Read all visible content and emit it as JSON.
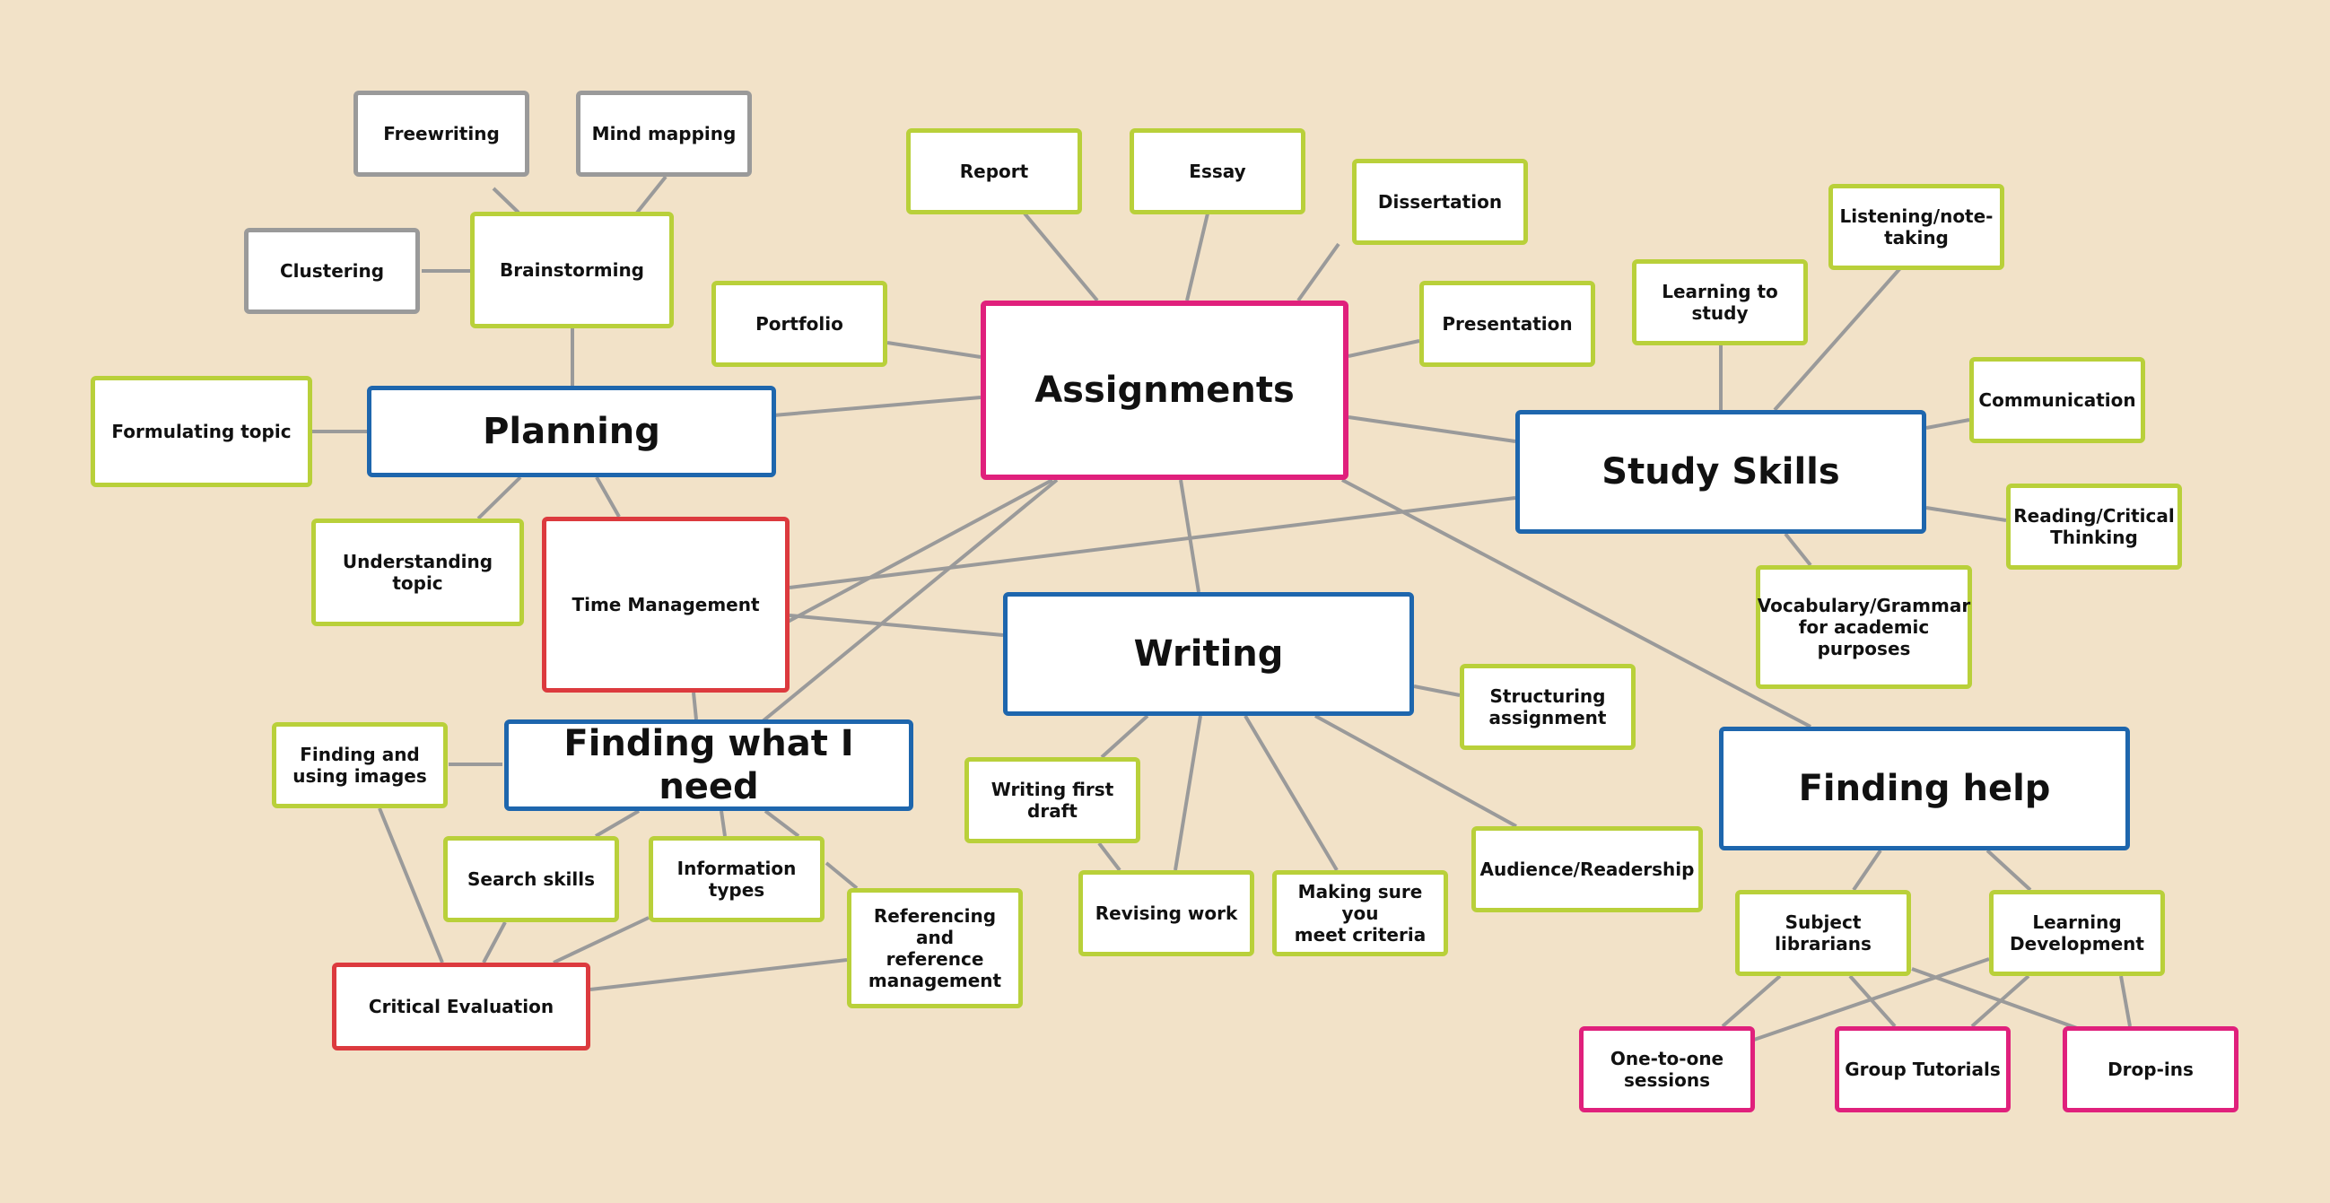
{
  "diagram": {
    "line_color": "#9a9a9a",
    "colors": {
      "background": "#f2e2c8",
      "blue": "#1e66ad",
      "green": "#b9d03a",
      "grey": "#9a9a9a",
      "red": "#dc3a3e",
      "pink": "#e0207c"
    },
    "nodes": {
      "assignments": "Assignments",
      "planning": "Planning",
      "study_skills": "Study Skills",
      "writing": "Writing",
      "finding_what_i_need": "Finding what I need",
      "finding_help": "Finding help",
      "time_management": "Time Management",
      "critical_evaluation": "Critical Evaluation",
      "report": "Report",
      "essay": "Essay",
      "dissertation": "Dissertation",
      "portfolio": "Portfolio",
      "presentation": "Presentation",
      "freewriting": "Freewriting",
      "mind_mapping": "Mind mapping",
      "clustering": "Clustering",
      "brainstorming": "Brainstorming",
      "formulating_topic": "Formulating  topic",
      "understanding_topic": "Understanding  topic",
      "listening": "Listening/note-taking",
      "learning_to_study": "Learning to study",
      "communication": "Communication",
      "reading_critical": "Reading/Critical\nThinking",
      "vocabulary": "Vocabulary/Grammar\nfor academic\npurposes",
      "structuring": "Structuring\nassignment",
      "writing_first_draft": "Writing first draft",
      "revising_work": "Revising work",
      "making_sure": "Making sure you\nmeet criteria",
      "audience": "Audience/Readership",
      "finding_images": "Finding and\nusing images",
      "search_skills": "Search skills",
      "information_types": "Information\ntypes",
      "referencing": "Referencing\nand\nreference\nmanagement",
      "subject_librarians": "Subject librarians",
      "learning_development": "Learning\nDevelopment",
      "one_to_one": "One-to-one\nsessions",
      "group_tutorials": "Group Tutorials",
      "drop_ins": "Drop-ins"
    }
  }
}
